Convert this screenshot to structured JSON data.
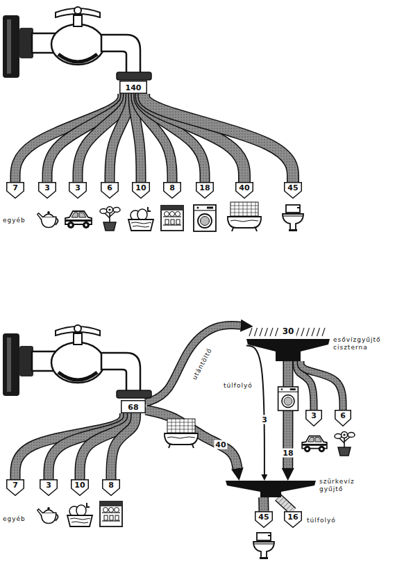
{
  "diagram": {
    "nodes": [
      {
        "text": [
          "140"
        ]
      },
      {
        "text": [
          "7"
        ]
      },
      {
        "text": [
          "3"
        ]
      },
      {
        "text": [
          "3"
        ]
      },
      {
        "text": [
          "6"
        ]
      },
      {
        "text": [
          "10"
        ]
      },
      {
        "text": [
          "8"
        ]
      },
      {
        "text": [
          "18"
        ]
      },
      {
        "text": [
          "40"
        ]
      },
      {
        "text": [
          "45"
        ]
      },
      {
        "text": [
          "68"
        ]
      },
      {
        "text": [
          "7"
        ]
      },
      {
        "text": [
          "3"
        ]
      },
      {
        "text": [
          "10"
        ]
      },
      {
        "text": [
          "8"
        ]
      },
      {
        "text": [
          "30",
          "esővízgyűjtő ciszterna"
        ]
      },
      {
        "text": [
          "3"
        ]
      },
      {
        "text": [
          "6"
        ]
      },
      {
        "text": [
          "szürkevíz gyűjtő"
        ]
      },
      {
        "text": [
          "45"
        ]
      },
      {
        "text": [
          "16"
        ]
      }
    ],
    "edges": [
      {
        "from": 0,
        "to": 1,
        "arrow": "none"
      },
      {
        "from": 0,
        "to": 2,
        "arrow": "none"
      },
      {
        "from": 0,
        "to": 3,
        "arrow": "none"
      },
      {
        "from": 0,
        "to": 4,
        "arrow": "none"
      },
      {
        "from": 0,
        "to": 5,
        "arrow": "none"
      },
      {
        "from": 0,
        "to": 6,
        "arrow": "none"
      },
      {
        "from": 0,
        "to": 7,
        "arrow": "none"
      },
      {
        "from": 0,
        "to": 8,
        "arrow": "none"
      },
      {
        "from": 0,
        "to": 9,
        "arrow": "none"
      },
      {
        "from": 10,
        "to": 11,
        "arrow": "none"
      },
      {
        "from": 10,
        "to": 12,
        "arrow": "none"
      },
      {
        "from": 10,
        "to": 13,
        "arrow": "none"
      },
      {
        "from": 10,
        "to": 14,
        "arrow": "none"
      },
      {
        "from": 10,
        "to": 15,
        "label": "utántöltő",
        "arrow": "to"
      },
      {
        "from": 10,
        "to": 18,
        "label": "40",
        "arrow": "to"
      },
      {
        "from": 15,
        "to": 16,
        "arrow": "none"
      },
      {
        "from": 15,
        "to": 17,
        "arrow": "none"
      },
      {
        "from": 15,
        "to": 18,
        "label": "18",
        "arrow": "to"
      },
      {
        "from": 15,
        "to": 18,
        "label": "3",
        "arrow": "to"
      },
      {
        "from": 18,
        "to": 19,
        "arrow": "none"
      },
      {
        "from": 18,
        "to": 20,
        "arrow": "none"
      }
    ],
    "labels": [
      "egyéb",
      "egyéb",
      "túlfolyó",
      "túlfolyó"
    ]
  }
}
